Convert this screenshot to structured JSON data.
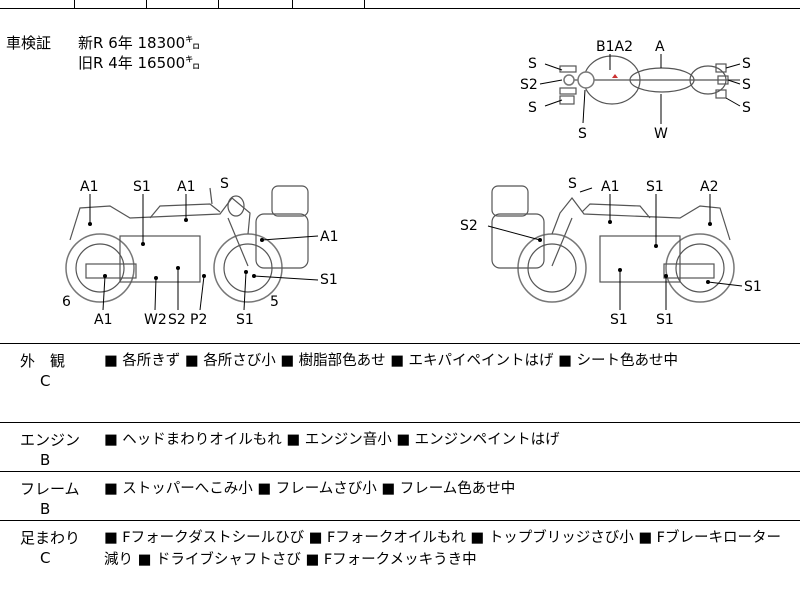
{
  "registration": {
    "label": "車検証",
    "new_line": "新R 6年 18300㌔",
    "old_line": "旧R 4年 16500㌔"
  },
  "diagram_labels": {
    "top": [
      "S",
      "S2",
      "S",
      "S",
      "B1A2",
      "A",
      "W",
      "S",
      "S",
      "S"
    ],
    "left": [
      "A1",
      "S1",
      "A1",
      "S",
      "A1",
      "S1",
      "6",
      "A1",
      "W2",
      "S2",
      "P2",
      "S1",
      "5"
    ],
    "right": [
      "S",
      "A1",
      "S1",
      "A2",
      "S2",
      "S1",
      "S1",
      "S1"
    ]
  },
  "sections": [
    {
      "label": "外　観",
      "grade": "C",
      "text": "■ 各所きず ■ 各所さび小 ■ 樹脂部色あせ ■ エキパイペイントはげ ■ シート色あせ中"
    },
    {
      "label": "エンジン",
      "grade": "B",
      "text": "■ ヘッドまわりオイルもれ ■ エンジン音小 ■ エンジンペイントはげ"
    },
    {
      "label": "フレーム",
      "grade": "B",
      "text": "■ ストッパーへこみ小 ■ フレームさび小 ■ フレーム色あせ中"
    },
    {
      "label": "足まわり",
      "grade": "C",
      "text": "■ Fフォークダストシールひび ■ Fフォークオイルもれ ■ トップブリッジさび小 ■ Fブレーキローター減り ■ ドライブシャフトさび ■ Fフォークメッキうき中"
    }
  ]
}
